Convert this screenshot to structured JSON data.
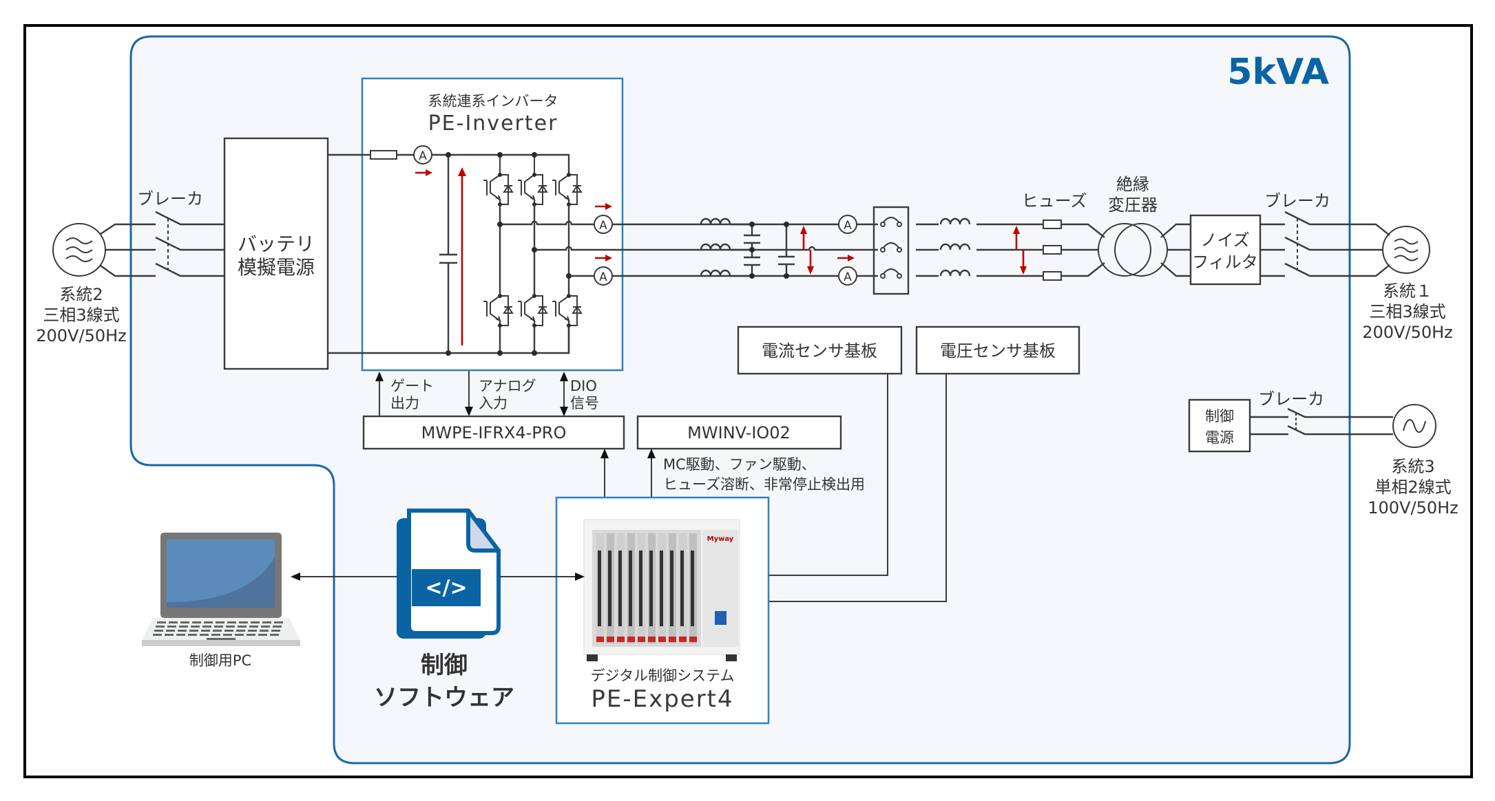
{
  "diagram": {
    "capacity_label": "5kVA",
    "colors": {
      "panel_border": "#1a68a5",
      "panel_fill": "#f5f7fb",
      "inverter_border": "#2f80c6",
      "accent_red": "#c00000",
      "software_icon": "#0a64a4",
      "capacity_text": "#0a64a4"
    },
    "grid2": {
      "name": "系統2",
      "type": "三相3線式",
      "rating": "200V/50Hz",
      "icon": "three-phase-source-icon"
    },
    "grid1": {
      "name": "系統１",
      "type": "三相3線式",
      "rating": "200V/50Hz",
      "icon": "three-phase-source-icon"
    },
    "grid3": {
      "name": "系統3",
      "type": "単相2線式",
      "rating": "100V/50Hz",
      "icon": "ac-source-icon"
    },
    "breaker_left": "ブレーカ",
    "breaker_right": "ブレーカ",
    "breaker_control": "ブレーカ",
    "battery_sim": {
      "line1": "バッテリ",
      "line2": "模擬電源"
    },
    "inverter": {
      "subtitle": "系統連系インバータ",
      "title": "PE-Inverter"
    },
    "fuse_label": "ヒューズ",
    "transformer": {
      "line1": "絶縁",
      "line2": "変圧器"
    },
    "noise_filter": {
      "line1": "ノイズ",
      "line2": "フィルタ"
    },
    "control_power": {
      "line1": "制御",
      "line2": "電源"
    },
    "current_sensor": "電流センサ基板",
    "voltage_sensor": "電圧センサ基板",
    "signals": {
      "gate": {
        "line1": "ゲート",
        "line2": "出力"
      },
      "analog": {
        "line1": "アナログ",
        "line2": "入力"
      },
      "dio": {
        "line1": "DIO",
        "line2": "信号"
      }
    },
    "ifrx_board": "MWPE-IFRX4-PRO",
    "io_board": "MWINV-IO02",
    "io_note": {
      "line1": "MC駆動、ファン駆動、",
      "line2": "ヒューズ溶断、非常停止検出用"
    },
    "pc": {
      "label": "制御用PC",
      "icon": "laptop-icon"
    },
    "software": {
      "line1": "制御",
      "line2": "ソフトウェア",
      "icon": "code-file-icon",
      "glyph": "</>"
    },
    "pe_expert": {
      "subtitle": "デジタル制御システム",
      "title": "PE-Expert4",
      "brand": "Myway",
      "icon": "controller-rack-icon"
    },
    "ammeter_symbol": "A"
  }
}
